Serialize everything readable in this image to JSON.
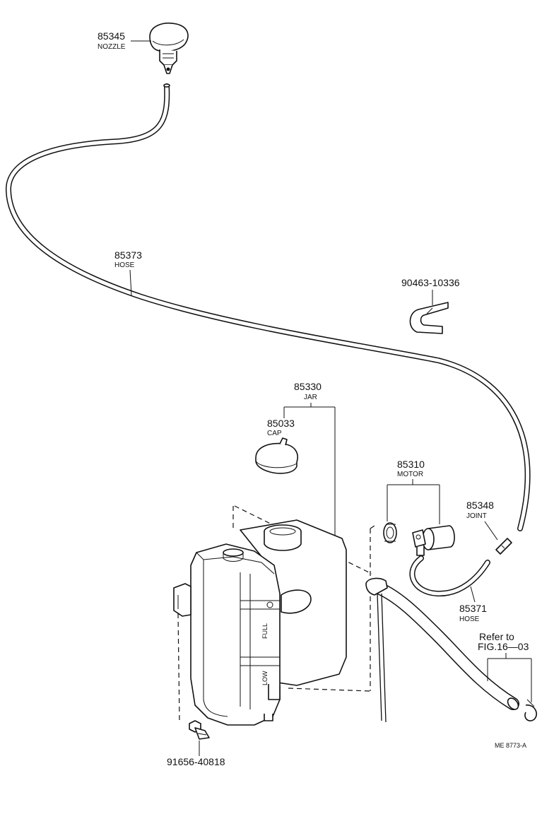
{
  "parts": {
    "nozzle": {
      "number": "85345",
      "name": "NOZZLE"
    },
    "hose_long": {
      "number": "85373",
      "name": "HOSE"
    },
    "clamp": {
      "number": "90463-10336"
    },
    "jar": {
      "number": "85330",
      "name": "JAR"
    },
    "cap": {
      "number": "85033",
      "name": "CAP"
    },
    "motor": {
      "number": "85310",
      "name": "MOTOR"
    },
    "joint": {
      "number": "85348",
      "name": "JOINT"
    },
    "hose_short": {
      "number": "85371",
      "name": "HOSE"
    },
    "bolt": {
      "number": "91656-40818"
    }
  },
  "reference": {
    "line1": "Refer to",
    "line2": "FIG.16—03"
  },
  "jar_markings": {
    "full": "FULL",
    "low": "LOW"
  },
  "diagram_code": "ME 8773-A"
}
